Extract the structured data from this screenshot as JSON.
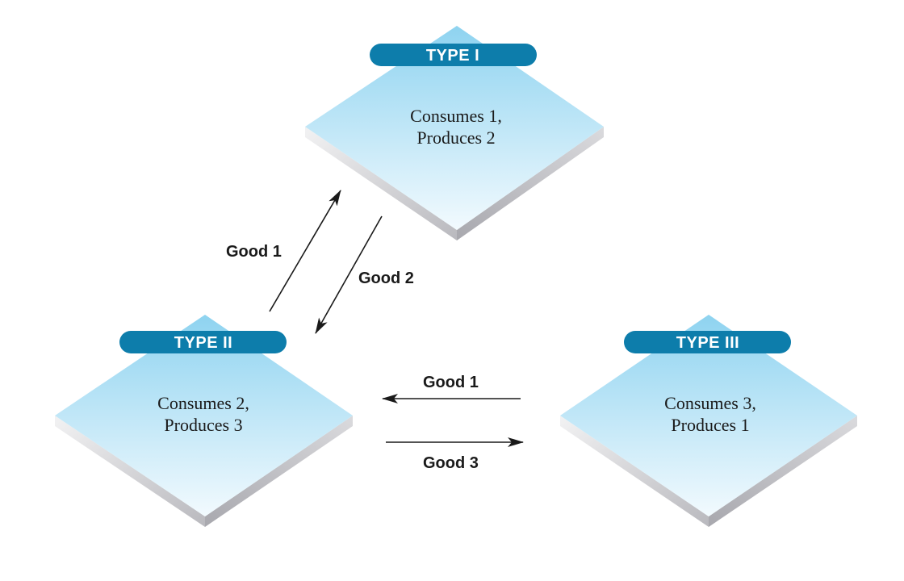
{
  "nodes": [
    {
      "id": "type-1",
      "label": "TYPE I",
      "line1": "Consumes 1,",
      "line2": "Produces 2"
    },
    {
      "id": "type-2",
      "label": "TYPE II",
      "line1": "Consumes 2,",
      "line2": "Produces 3"
    },
    {
      "id": "type-3",
      "label": "TYPE III",
      "line1": "Consumes 3,",
      "line2": "Produces 1"
    }
  ],
  "flows": [
    {
      "from": "type-2",
      "to": "type-1",
      "label": "Good 1"
    },
    {
      "from": "type-1",
      "to": "type-2",
      "label": "Good 2"
    },
    {
      "from": "type-3",
      "to": "type-2",
      "label": "Good 1"
    },
    {
      "from": "type-2",
      "to": "type-3",
      "label": "Good 3"
    }
  ],
  "colors": {
    "pill": "#0d7dab",
    "diamond_top": "#8ed3f0",
    "diamond_bottom": "#f0f9fe",
    "side_light": "#e6e6e8",
    "side_dark": "#b8b8bd",
    "arrow": "#1a1a1a"
  }
}
